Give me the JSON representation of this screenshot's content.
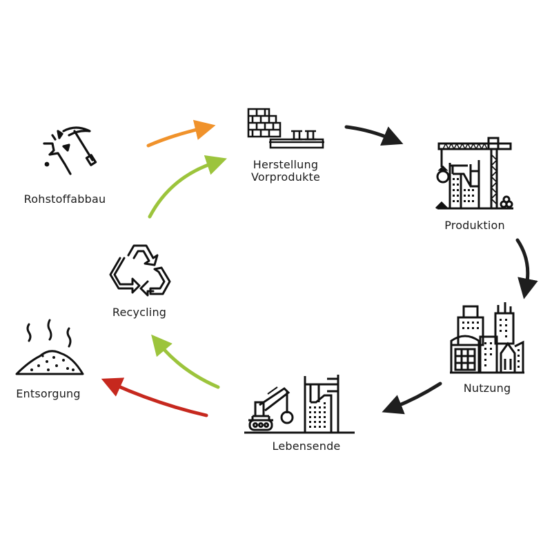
{
  "diagram": {
    "title": "Lebenszyklus Baustoffe",
    "stages": [
      {
        "id": "rohstoffabbau",
        "label": "Rohstoffabbau",
        "icon": "pickaxe-icon"
      },
      {
        "id": "herstellung",
        "label_line1": "Herstellung",
        "label_line2": "Vorprodukte",
        "icon": "bricks-beams-icon"
      },
      {
        "id": "produktion",
        "label": "Produktion",
        "icon": "construction-crane-icon"
      },
      {
        "id": "nutzung",
        "label": "Nutzung",
        "icon": "city-buildings-icon"
      },
      {
        "id": "lebensende",
        "label": "Lebensende",
        "icon": "demolition-icon"
      },
      {
        "id": "recycling",
        "label": "Recycling",
        "icon": "recycle-icon"
      },
      {
        "id": "entsorgung",
        "label": "Entsorgung",
        "icon": "waste-pile-icon"
      }
    ],
    "arrows": [
      {
        "from": "Rohstoffabbau",
        "to": "Herstellung Vorprodukte",
        "color": "#f0922b"
      },
      {
        "from": "Recycling",
        "to": "Herstellung Vorprodukte",
        "color": "#9cc43c"
      },
      {
        "from": "Herstellung Vorprodukte",
        "to": "Produktion",
        "color": "#1e1e1e"
      },
      {
        "from": "Produktion",
        "to": "Nutzung",
        "color": "#1e1e1e"
      },
      {
        "from": "Nutzung",
        "to": "Lebensende",
        "color": "#1e1e1e"
      },
      {
        "from": "Lebensende",
        "to": "Recycling",
        "color": "#9cc43c"
      },
      {
        "from": "Lebensende",
        "to": "Entsorgung",
        "color": "#c6281e"
      }
    ]
  }
}
